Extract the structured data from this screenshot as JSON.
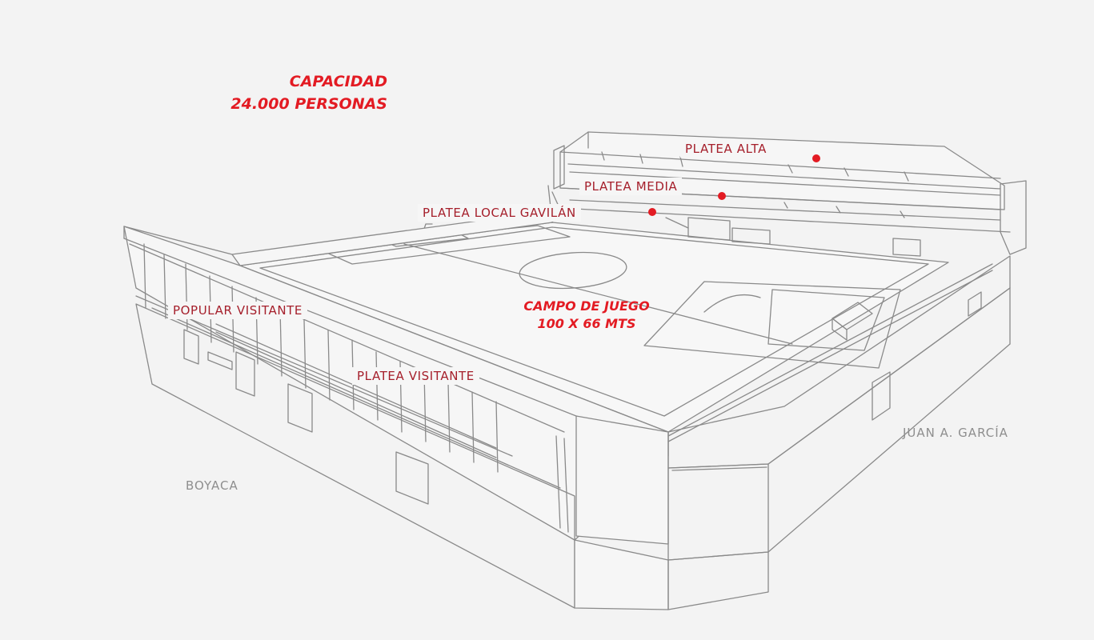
{
  "capacity": {
    "line1": "CAPACIDAD",
    "line2": "24.000 PERSONAS"
  },
  "field": {
    "line1": "CAMPO DE JUEGO",
    "line2": "100 X 66 MTS"
  },
  "sections": {
    "platea_alta": "PLATEA ALTA",
    "platea_media": "PLATEA MEDIA",
    "platea_local": "PLATEA LOCAL GAVILÁN",
    "popular_visitante": "POPULAR VISITANTE",
    "platea_visitante": "PLATEA VISITANTE"
  },
  "streets": {
    "left": "BOYACA",
    "right": "JUAN A. GARCÍA"
  },
  "colors": {
    "accent": "#e31b23",
    "label_text": "#a51f2b",
    "line": "#8a8a8a",
    "street_text": "#8e8e8e",
    "background": "#f3f3f3"
  }
}
